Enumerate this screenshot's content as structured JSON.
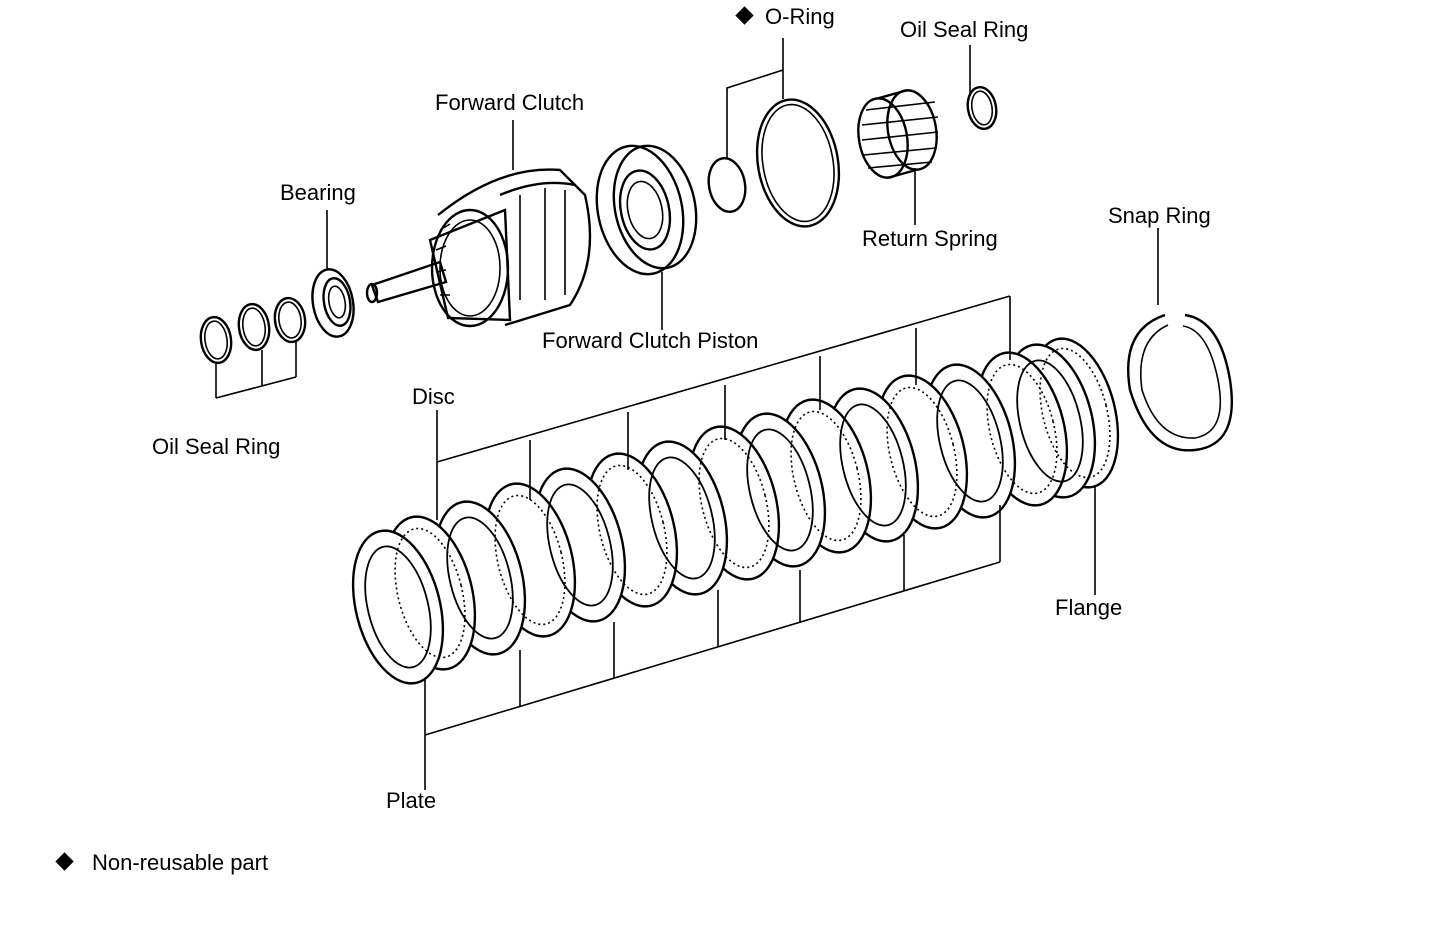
{
  "diagram": {
    "labels": {
      "o_ring": "O-Ring",
      "oil_seal_ring_top": "Oil Seal Ring",
      "forward_clutch": "Forward Clutch",
      "bearing": "Bearing",
      "snap_ring": "Snap Ring",
      "return_spring": "Return Spring",
      "forward_clutch_piston": "Forward Clutch Piston",
      "disc": "Disc",
      "oil_seal_ring_left": "Oil Seal Ring",
      "flange": "Flange",
      "plate": "Plate"
    },
    "legend": {
      "marker": "diamond",
      "text": "Non-reusable part"
    }
  }
}
